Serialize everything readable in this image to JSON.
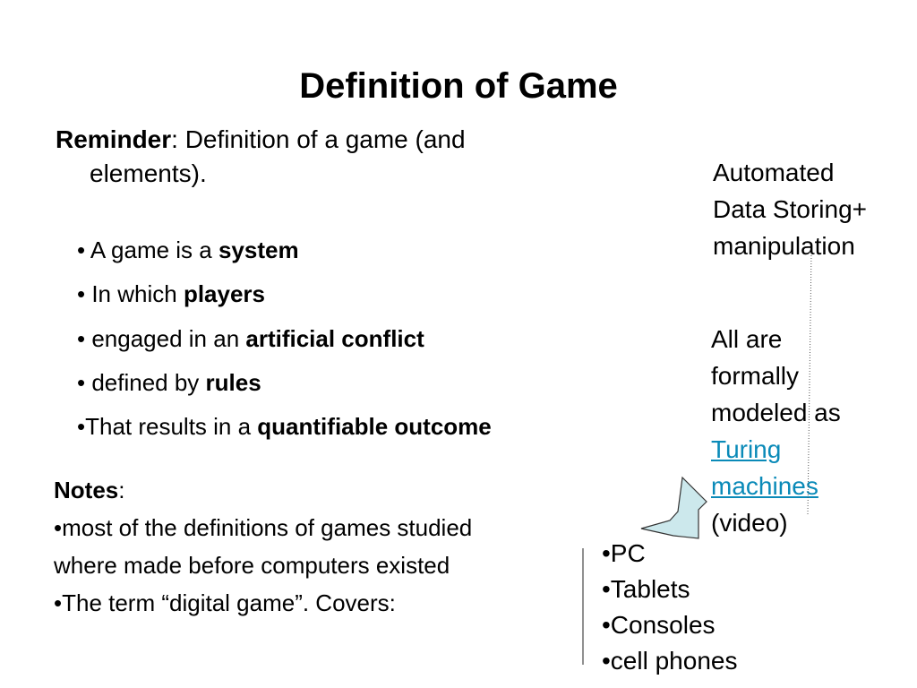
{
  "title": "Definition of Game",
  "reminder": {
    "label": "Reminder",
    "text_line1": ": Definition of a game (and",
    "text_line2": "elements)."
  },
  "bullets": [
    {
      "prefix": "• A game is a ",
      "bold": "system"
    },
    {
      "prefix": "• In which ",
      "bold": "players"
    },
    {
      "prefix": "• engaged in an ",
      "bold": "artificial conflict"
    },
    {
      "prefix": "• defined by ",
      "bold": "rules"
    },
    {
      "prefix": "•That results in  a ",
      "bold": "quantifiable outcome"
    }
  ],
  "side_top": {
    "line1": "Automated",
    "line2": "Data Storing+",
    "line3": "manipulation"
  },
  "side_mid": {
    "line1": "All are",
    "line2": "formally",
    "line3": "modeled as",
    "link_line1": "Turing",
    "link_line2": "machines",
    "line4": "(video)"
  },
  "notes": {
    "label": "Notes",
    "colon": ":",
    "line1": "•most of the definitions of games studied",
    "line2": "where made before computers existed",
    "line3": "•The term “digital game”. Covers:"
  },
  "devices": [
    "•PC",
    "•Tablets",
    "•Consoles",
    "•cell phones"
  ],
  "colors": {
    "arrow_fill": "#cce8ec",
    "arrow_stroke": "#333333",
    "link": "#0a8ab8"
  }
}
